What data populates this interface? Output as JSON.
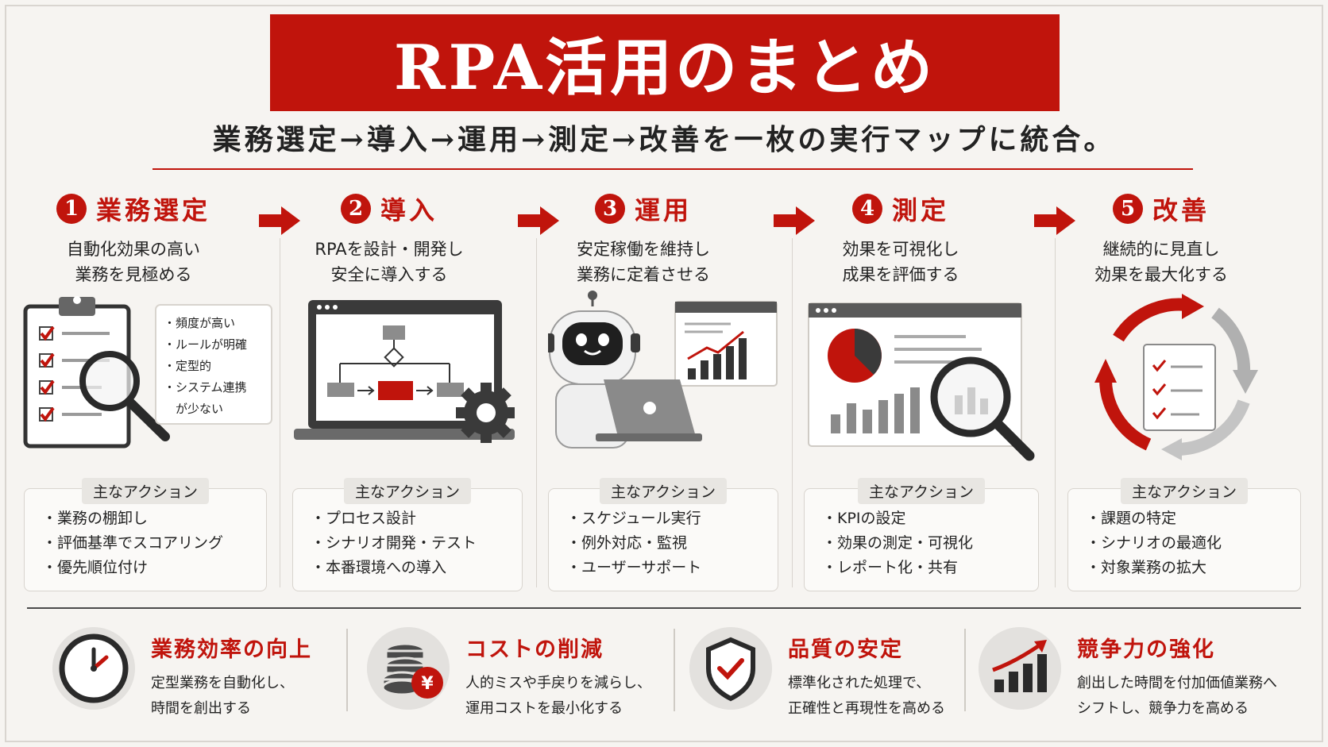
{
  "title": "RPA活用のまとめ",
  "subtitle": "業務選定→導入→運用→測定→改善を一枚の実行マップに統合。",
  "steps": [
    {
      "number": "1",
      "title": "業務選定",
      "description": "自動化効果の高い\n業務を見極める",
      "criteria": [
        "・頻度が高い",
        "・ルールが明確",
        "・定型的",
        "・システム連携",
        "　が少ない"
      ],
      "action_label": "主なアクション",
      "actions": [
        "業務の棚卸し",
        "評価基準でスコアリング",
        "優先順位付け"
      ]
    },
    {
      "number": "2",
      "title": "導入",
      "description": "RPAを設計・開発し\n安全に導入する",
      "action_label": "主なアクション",
      "actions": [
        "プロセス設計",
        "シナリオ開発・テスト",
        "本番環境への導入"
      ]
    },
    {
      "number": "3",
      "title": "運用",
      "description": "安定稼働を維持し\n業務に定着させる",
      "action_label": "主なアクション",
      "actions": [
        "スケジュール実行",
        "例外対応・監視",
        "ユーザーサポート"
      ]
    },
    {
      "number": "4",
      "title": "測定",
      "description": "効果を可視化し\n成果を評価する",
      "action_label": "主なアクション",
      "actions": [
        "KPIの設定",
        "効果の測定・可視化",
        "レポート化・共有"
      ]
    },
    {
      "number": "5",
      "title": "改善",
      "description": "継続的に見直し\n効果を最大化する",
      "action_label": "主なアクション",
      "actions": [
        "課題の特定",
        "シナリオの最適化",
        "対象業務の拡大"
      ]
    }
  ],
  "benefits": [
    {
      "icon": "clock-icon",
      "title": "業務効率の向上",
      "description": "定型業務を自動化し、\n時間を創出する"
    },
    {
      "icon": "coins-yen-icon",
      "title": "コストの削減",
      "description": "人的ミスや手戻りを減らし、\n運用コストを最小化する"
    },
    {
      "icon": "shield-check-icon",
      "title": "品質の安定",
      "description": "標準化された処理で、\n正確性と再現性を高める"
    },
    {
      "icon": "growth-chart-icon",
      "title": "競争力の強化",
      "description": "創出した時間を付加価値業務へ\nシフトし、競争力を高める"
    }
  ],
  "colors": {
    "accent": "#c0140c",
    "background": "#f6f4f1",
    "gray": "#4a4a4a"
  }
}
